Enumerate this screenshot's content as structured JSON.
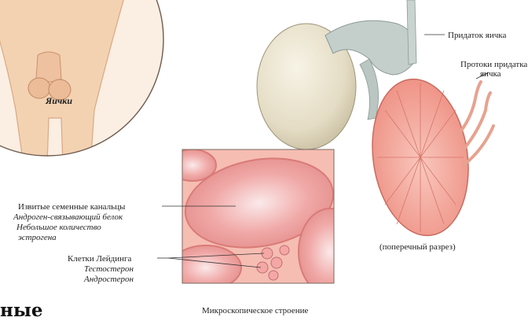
{
  "labels": {
    "testes_tag": "Яички",
    "epididymis": "Придаток яичка",
    "ducts_line1": "Протоки придатка",
    "ducts_line2": "яичка",
    "tubules_title": "Извитые семенные канальцы",
    "tubules_sub1": "Андроген-связывающий белок",
    "tubules_sub2": "Небольшое количество",
    "tubules_sub3": "эстрогена",
    "leydig_title": "Клетки Лейдинга",
    "leydig_sub1": "Тестостерон",
    "leydig_sub2": "Андростерон",
    "cross_section": "(поперечный разрез)",
    "micro_caption": "Микроскопическое строение",
    "partial_heading": "ные"
  },
  "colors": {
    "skin": "#f3d2b2",
    "skin_shadow": "#e0b08a",
    "testis": "#ece6d2",
    "epididymis": "#c9d3cf",
    "section_pink": "#f2a59a",
    "tissue_bg": "#f5b7ac",
    "tubule": "#e88e8a"
  }
}
